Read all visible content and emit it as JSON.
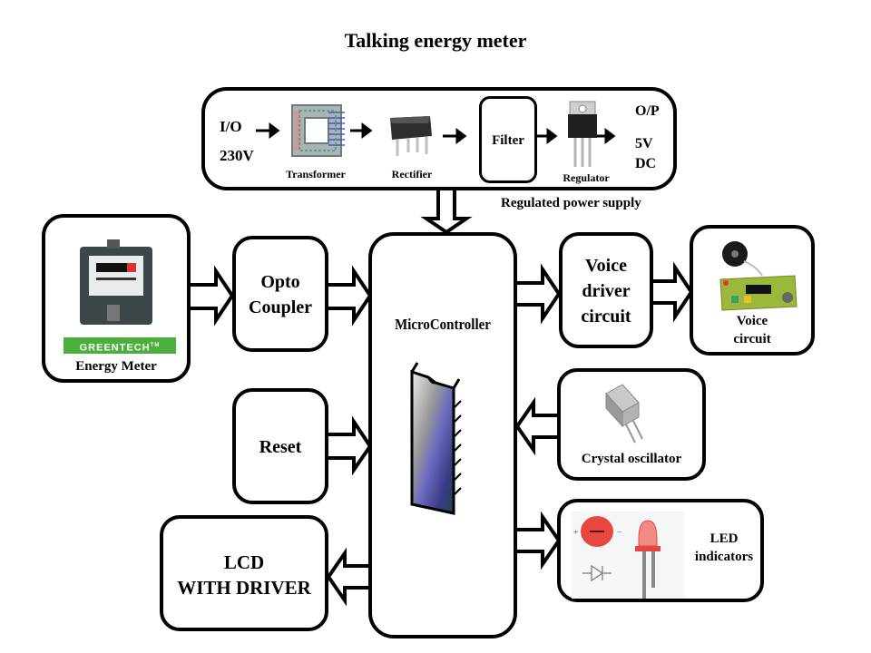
{
  "title": "Talking energy meter",
  "power_supply": {
    "caption": "Regulated power supply",
    "input_label": "I/O",
    "input_voltage": "230V",
    "transformer": "Transformer",
    "rectifier": "Rectifier",
    "filter": "Filter",
    "regulator": "Regulator",
    "output_label": "O/P",
    "output_voltage": "5V",
    "output_type": "DC"
  },
  "blocks": {
    "energy_meter": {
      "label": "Energy Meter",
      "brand": "GREENTECH",
      "trademark": "TM"
    },
    "opto_coupler": {
      "line1": "Opto",
      "line2": "Coupler"
    },
    "microcontroller": {
      "label": "MicroController"
    },
    "voice_driver": {
      "line1": "Voice",
      "line2": "driver",
      "line3": "circuit"
    },
    "voice_circuit": {
      "line1": "Voice",
      "line2": "circuit"
    },
    "reset": {
      "label": "Reset"
    },
    "crystal": {
      "label": "Crystal oscillator"
    },
    "lcd": {
      "line1": "LCD",
      "line2": "WITH DRIVER"
    },
    "led": {
      "line1": "LED",
      "line2": "indicators"
    }
  },
  "colors": {
    "greentech": "#4caf3c",
    "led_red": "#e8473f",
    "chip_blue": "#5a5aa8",
    "pcb_green": "#9cb83a"
  }
}
